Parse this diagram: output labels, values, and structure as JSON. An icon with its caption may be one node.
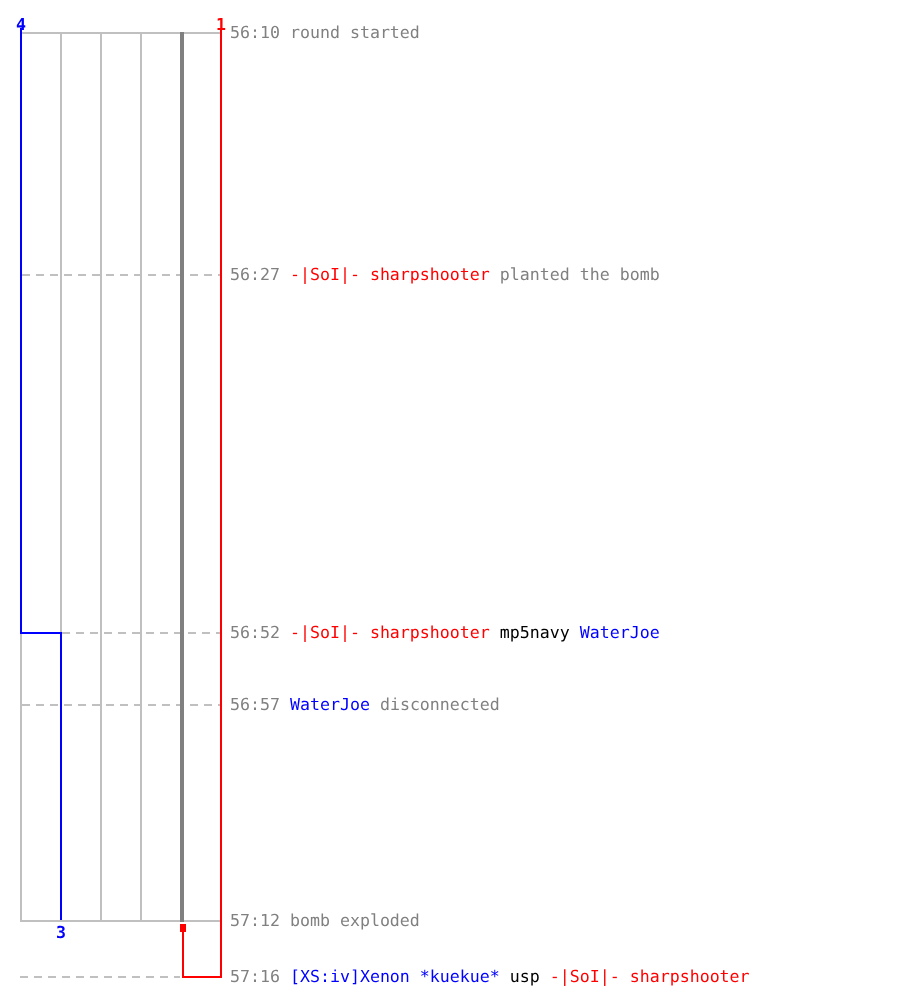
{
  "diagram": {
    "labels": [
      "4",
      "1",
      "56:10",
      "round started",
      "56:27",
      "-|SoI|- sharpshooter",
      "planted the bomb",
      "56:52",
      "-|SoI|- sharpshooter",
      "mp5navy",
      "WaterJoe",
      "56:57",
      "WaterJoe",
      "disconnected",
      "57:12",
      "bomb exploded",
      "3",
      "57:16",
      "[XS:iv]Xenon *kuekue*",
      "usp",
      "-|SoI|- sharpshooter"
    ]
  }
}
